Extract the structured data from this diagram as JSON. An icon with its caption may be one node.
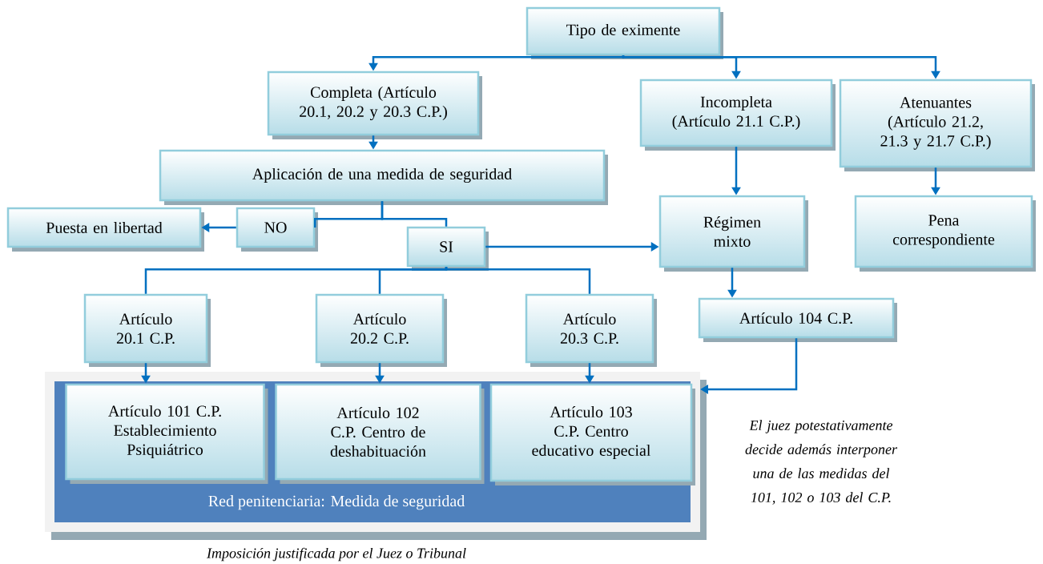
{
  "diagram": {
    "nodes": [
      {
        "text": [
          "Tipo de eximente"
        ]
      },
      {
        "text": [
          "Completa (Artículo 20.1, 20.2 y 20.3 C.P.)"
        ]
      },
      {
        "text": [
          "Incompleta (Artículo 21.1 C.P.)"
        ]
      },
      {
        "text": [
          "Atenuantes (Artículo 21.2, 21.3 y 21.7 C.P.)"
        ]
      },
      {
        "text": [
          "Aplicación de una medida de seguridad"
        ]
      },
      {
        "text": [
          "Puesta en libertad"
        ]
      },
      {
        "text": [
          "NO"
        ]
      },
      {
        "text": [
          "SI"
        ]
      },
      {
        "text": [
          "Régimen mixto"
        ]
      },
      {
        "text": [
          "Pena correspondiente"
        ]
      },
      {
        "text": [
          "Artículo 20.1 C.P."
        ]
      },
      {
        "text": [
          "Artículo 20.2 C.P."
        ]
      },
      {
        "text": [
          "Artículo 20.3 C.P."
        ]
      },
      {
        "text": [
          "Artículo 104 C.P."
        ]
      },
      {
        "text": [
          "Red penitenciaria: Medida de seguridad"
        ],
        "beside": [
          "Imposición justificada por el Juez o Tribunal"
        ]
      },
      {
        "text": [
          "Artículo 101 C.P. Establecimiento Psiquiátrico"
        ],
        "in": 14
      },
      {
        "text": [
          "Artículo 102 C.P. Centro de deshabituación"
        ],
        "in": 14
      },
      {
        "text": [
          "Artículo 103 C.P. Centro educativo especial"
        ],
        "in": 14
      }
    ],
    "edges": [
      {
        "from": 0,
        "to": 1,
        "arrow": "to"
      },
      {
        "from": 0,
        "to": 2,
        "arrow": "to"
      },
      {
        "from": 0,
        "to": 3,
        "arrow": "to"
      },
      {
        "from": 1,
        "to": 4,
        "arrow": "to"
      },
      {
        "from": 4,
        "to": 6,
        "arrow": "none"
      },
      {
        "from": 4,
        "to": 7,
        "arrow": "none"
      },
      {
        "from": 6,
        "to": 5,
        "arrow": "to"
      },
      {
        "from": 7,
        "to": 8,
        "arrow": "to"
      },
      {
        "from": 2,
        "to": 8,
        "arrow": "to"
      },
      {
        "from": 3,
        "to": 9,
        "arrow": "to"
      },
      {
        "from": 7,
        "to": 10,
        "arrow": "none"
      },
      {
        "from": 7,
        "to": 11,
        "arrow": "none"
      },
      {
        "from": 7,
        "to": 12,
        "arrow": "none"
      },
      {
        "from": 10,
        "to": 15,
        "arrow": "to"
      },
      {
        "from": 11,
        "to": 16,
        "arrow": "to"
      },
      {
        "from": 12,
        "to": 17,
        "arrow": "to"
      },
      {
        "from": 8,
        "to": 13,
        "arrow": "to"
      },
      {
        "from": 13,
        "to": 14,
        "arrow": "to"
      }
    ],
    "labels": [
      "El juez potestativamente decide además interponer una de las medidas del 101, 102 o 103 del C.P."
    ]
  }
}
